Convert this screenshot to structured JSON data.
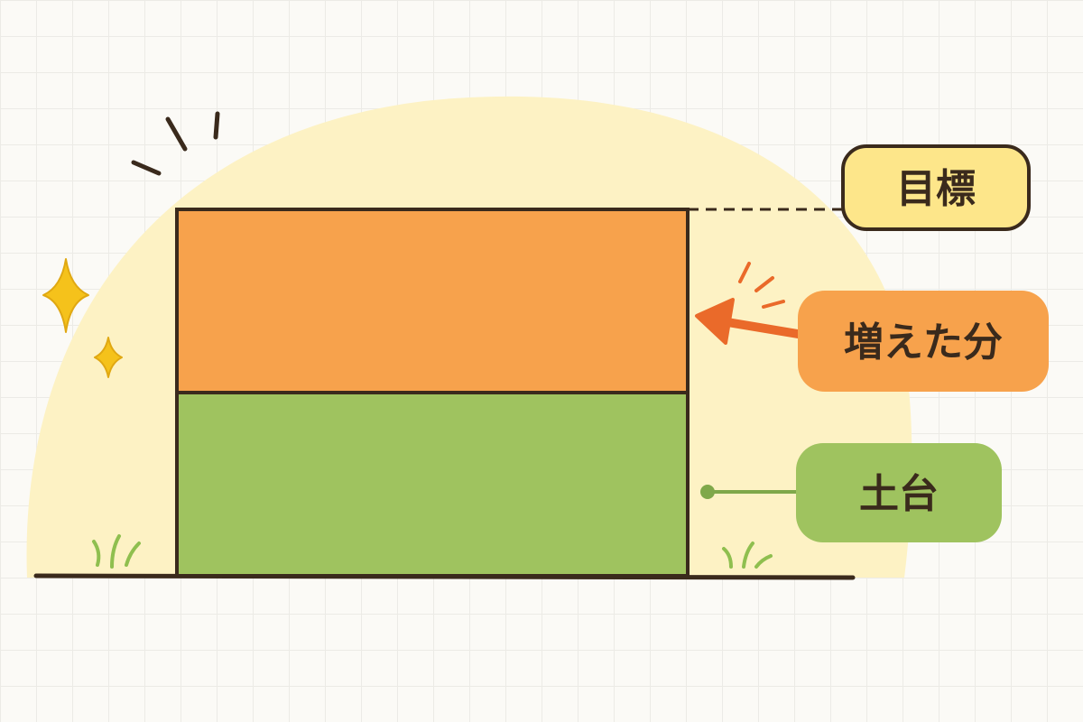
{
  "chart_data": {
    "type": "bar",
    "stacked": true,
    "categories": [
      ""
    ],
    "segments": [
      {
        "name": "土台",
        "value": 2,
        "color": "#9fc35f"
      },
      {
        "name": "増えた分",
        "value": 2,
        "color": "#f7a24c"
      }
    ],
    "target_label": "目標",
    "labels": {
      "target": "目標",
      "increase": "増えた分",
      "base": "土台"
    },
    "colors": {
      "target_badge": "#fde68a",
      "increase_badge": "#f7a24c",
      "base_badge": "#9fc35f",
      "arrow": "#ea6a2a",
      "outline": "#3a2a1c",
      "sun_glow": "#fdf2c4",
      "sparkle": "#f5c21b",
      "grass": "#8fbf4f"
    },
    "decorations": [
      "sparkle-icon",
      "grass-icon",
      "emphasis-lines"
    ]
  }
}
